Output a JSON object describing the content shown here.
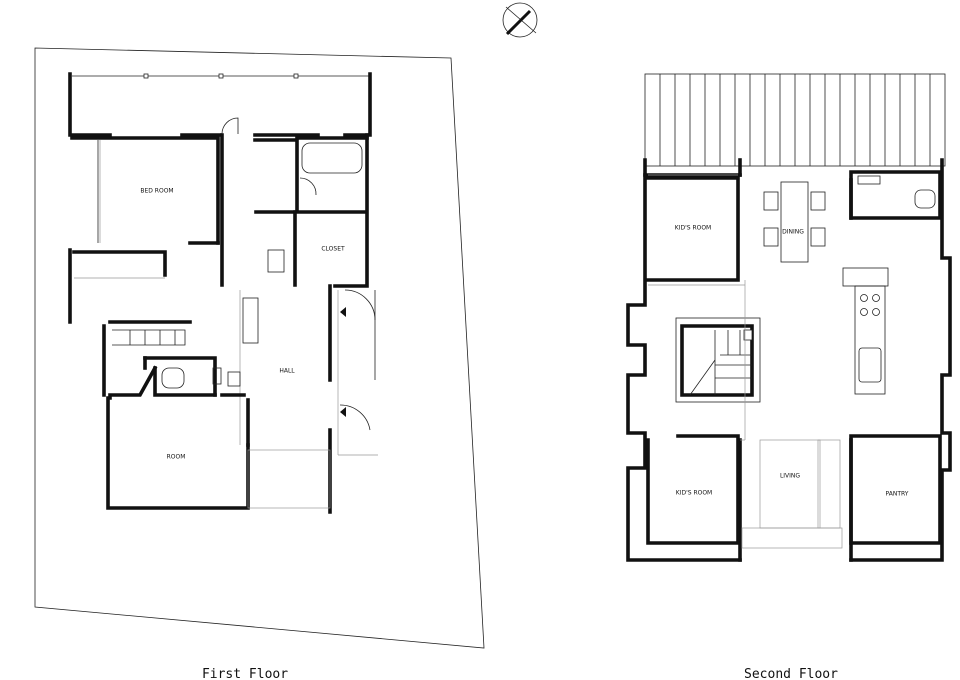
{
  "rooms": {
    "bed_room": "BED ROOM",
    "closet": "CLOSET",
    "hall": "HALL",
    "room": "ROOM",
    "kids_room_1": "KID'S ROOM",
    "dining": "DINING",
    "kids_room_2": "KID'S ROOM",
    "living": "LIVING",
    "pantry": "PANTRY"
  },
  "floors": {
    "first": "First Floor",
    "second": "Second Floor"
  },
  "icons": {
    "compass": "north-arrow-icon"
  }
}
